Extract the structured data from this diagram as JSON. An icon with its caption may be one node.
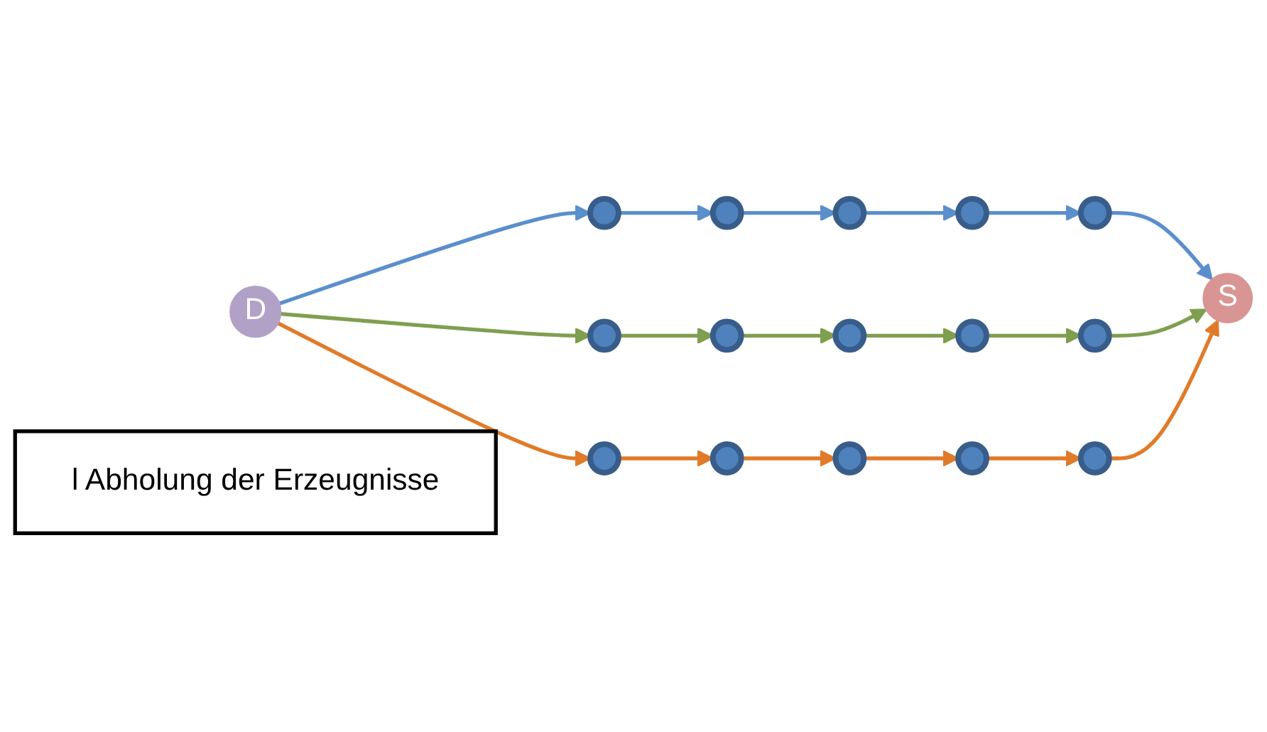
{
  "diagram": {
    "nodes": [
      {
        "text": [
          "S"
        ]
      },
      {
        "text": [
          "D"
        ]
      },
      {
        "text": [],
        "shape": "circle"
      },
      {
        "text": [],
        "shape": "circle"
      },
      {
        "text": [],
        "shape": "circle"
      },
      {
        "text": [],
        "shape": "circle"
      },
      {
        "text": [],
        "shape": "circle"
      },
      {
        "text": [],
        "shape": "circle"
      },
      {
        "text": [],
        "shape": "circle"
      },
      {
        "text": [],
        "shape": "circle"
      },
      {
        "text": [],
        "shape": "circle"
      },
      {
        "text": [],
        "shape": "circle"
      },
      {
        "text": [],
        "shape": "circle"
      },
      {
        "text": [],
        "shape": "circle"
      },
      {
        "text": [],
        "shape": "circle"
      },
      {
        "text": [],
        "shape": "circle"
      },
      {
        "text": [],
        "shape": "circle"
      },
      {
        "text": [
          "l Abholung der Erzeugnisse"
        ]
      }
    ],
    "edges": [
      {
        "from": 1,
        "to": 2,
        "arrow": "to",
        "color": "#5b8fcc"
      },
      {
        "from": 2,
        "to": 3,
        "arrow": "to",
        "color": "#5b8fcc"
      },
      {
        "from": 3,
        "to": 4,
        "arrow": "to",
        "color": "#5b8fcc"
      },
      {
        "from": 4,
        "to": 5,
        "arrow": "to",
        "color": "#5b8fcc"
      },
      {
        "from": 5,
        "to": 6,
        "arrow": "to",
        "color": "#5b8fcc"
      },
      {
        "from": 6,
        "to": 0,
        "arrow": "to",
        "color": "#5b8fcc"
      },
      {
        "from": 1,
        "to": 7,
        "arrow": "to",
        "color": "#7f9f4f"
      },
      {
        "from": 7,
        "to": 8,
        "arrow": "to",
        "color": "#7f9f4f"
      },
      {
        "from": 8,
        "to": 9,
        "arrow": "to",
        "color": "#7f9f4f"
      },
      {
        "from": 9,
        "to": 10,
        "arrow": "to",
        "color": "#7f9f4f"
      },
      {
        "from": 10,
        "to": 11,
        "arrow": "to",
        "color": "#7f9f4f"
      },
      {
        "from": 11,
        "to": 0,
        "arrow": "to",
        "color": "#7f9f4f"
      },
      {
        "from": 1,
        "to": 12,
        "arrow": "to",
        "color": "#e07b2a"
      },
      {
        "from": 12,
        "to": 13,
        "arrow": "to",
        "color": "#e07b2a"
      },
      {
        "from": 13,
        "to": 14,
        "arrow": "to",
        "color": "#e07b2a"
      },
      {
        "from": 14,
        "to": 15,
        "arrow": "to",
        "color": "#e07b2a"
      },
      {
        "from": 15,
        "to": 16,
        "arrow": "to",
        "color": "#e07b2a"
      },
      {
        "from": 16,
        "to": 0,
        "arrow": "to",
        "color": "#e07b2a"
      }
    ]
  }
}
